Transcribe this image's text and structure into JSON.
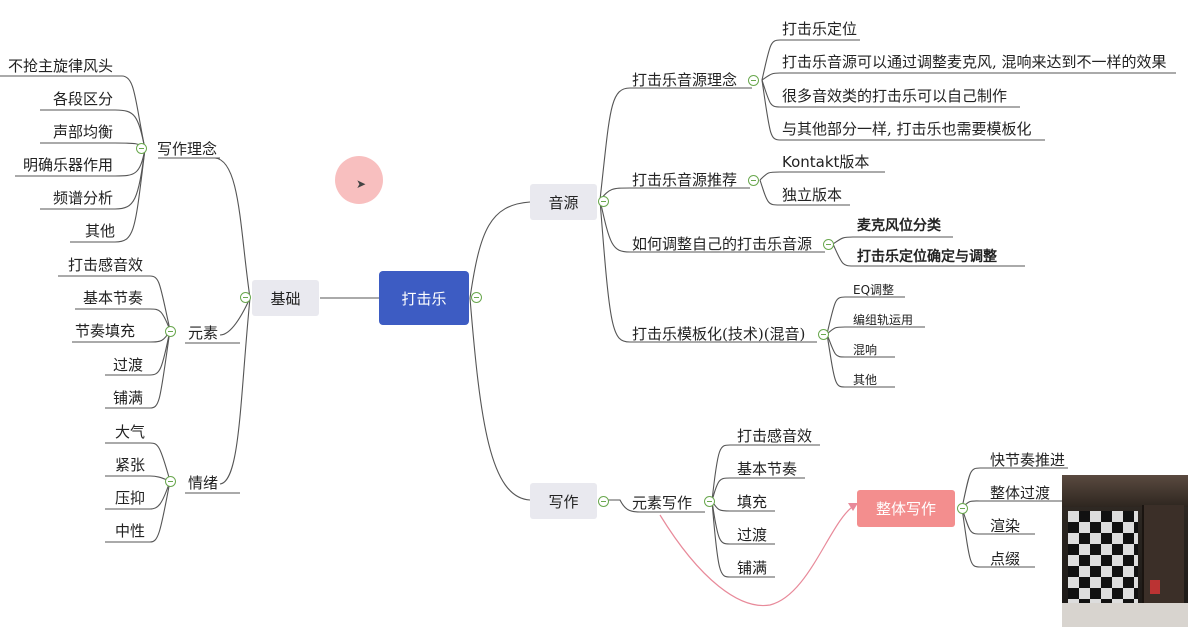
{
  "colors": {
    "root": "#3d5cc3",
    "branch_bg": "#e9e9ef",
    "highlight": "#f38e8e",
    "line": "#555555",
    "toggle": "#6aa84f",
    "arrow": "#e88a9a"
  },
  "root": {
    "label": "打击乐"
  },
  "left": {
    "jichu": {
      "label": "基础"
    },
    "xiezuolinian": {
      "label": "写作理念",
      "items": [
        "不抢主旋律风头",
        "各段区分",
        "声部均衡",
        "明确乐器作用",
        "频谱分析",
        "其他"
      ]
    },
    "yuansu": {
      "label": "元素",
      "items": [
        "打击感音效",
        "基本节奏",
        "节奏填充",
        "过渡",
        "铺满"
      ]
    },
    "qingxu": {
      "label": "情绪",
      "items": [
        "大气",
        "紧张",
        "压抑",
        "中性"
      ]
    }
  },
  "right": {
    "yinyuan": {
      "label": "音源"
    },
    "linian": {
      "label": "打击乐音源理念",
      "items": [
        "打击乐定位",
        "打击乐音源可以通过调整麦克风, 混响来达到不一样的效果",
        "很多音效类的打击乐可以自己制作",
        "与其他部分一样, 打击乐也需要模板化"
      ]
    },
    "tuijian": {
      "label": "打击乐音源推荐",
      "items": [
        "Kontakt版本",
        "独立版本"
      ]
    },
    "tiaozheng": {
      "label": "如何调整自己的打击乐音源",
      "items": [
        "麦克风位分类",
        "打击乐定位确定与调整"
      ]
    },
    "mobanhua": {
      "label": "打击乐模板化(技术)(混音)",
      "items": [
        "EQ调整",
        "编组轨运用",
        "混响",
        "其他"
      ]
    },
    "xiezuo": {
      "label": "写作"
    },
    "yuansuxiezuo": {
      "label": "元素写作",
      "items": [
        "打击感音效",
        "基本节奏",
        "填充",
        "过渡",
        "铺满"
      ]
    },
    "zhengti": {
      "label": "整体写作",
      "items": [
        "快节奏推进",
        "整体过渡",
        "渲染",
        "点缀"
      ]
    }
  }
}
